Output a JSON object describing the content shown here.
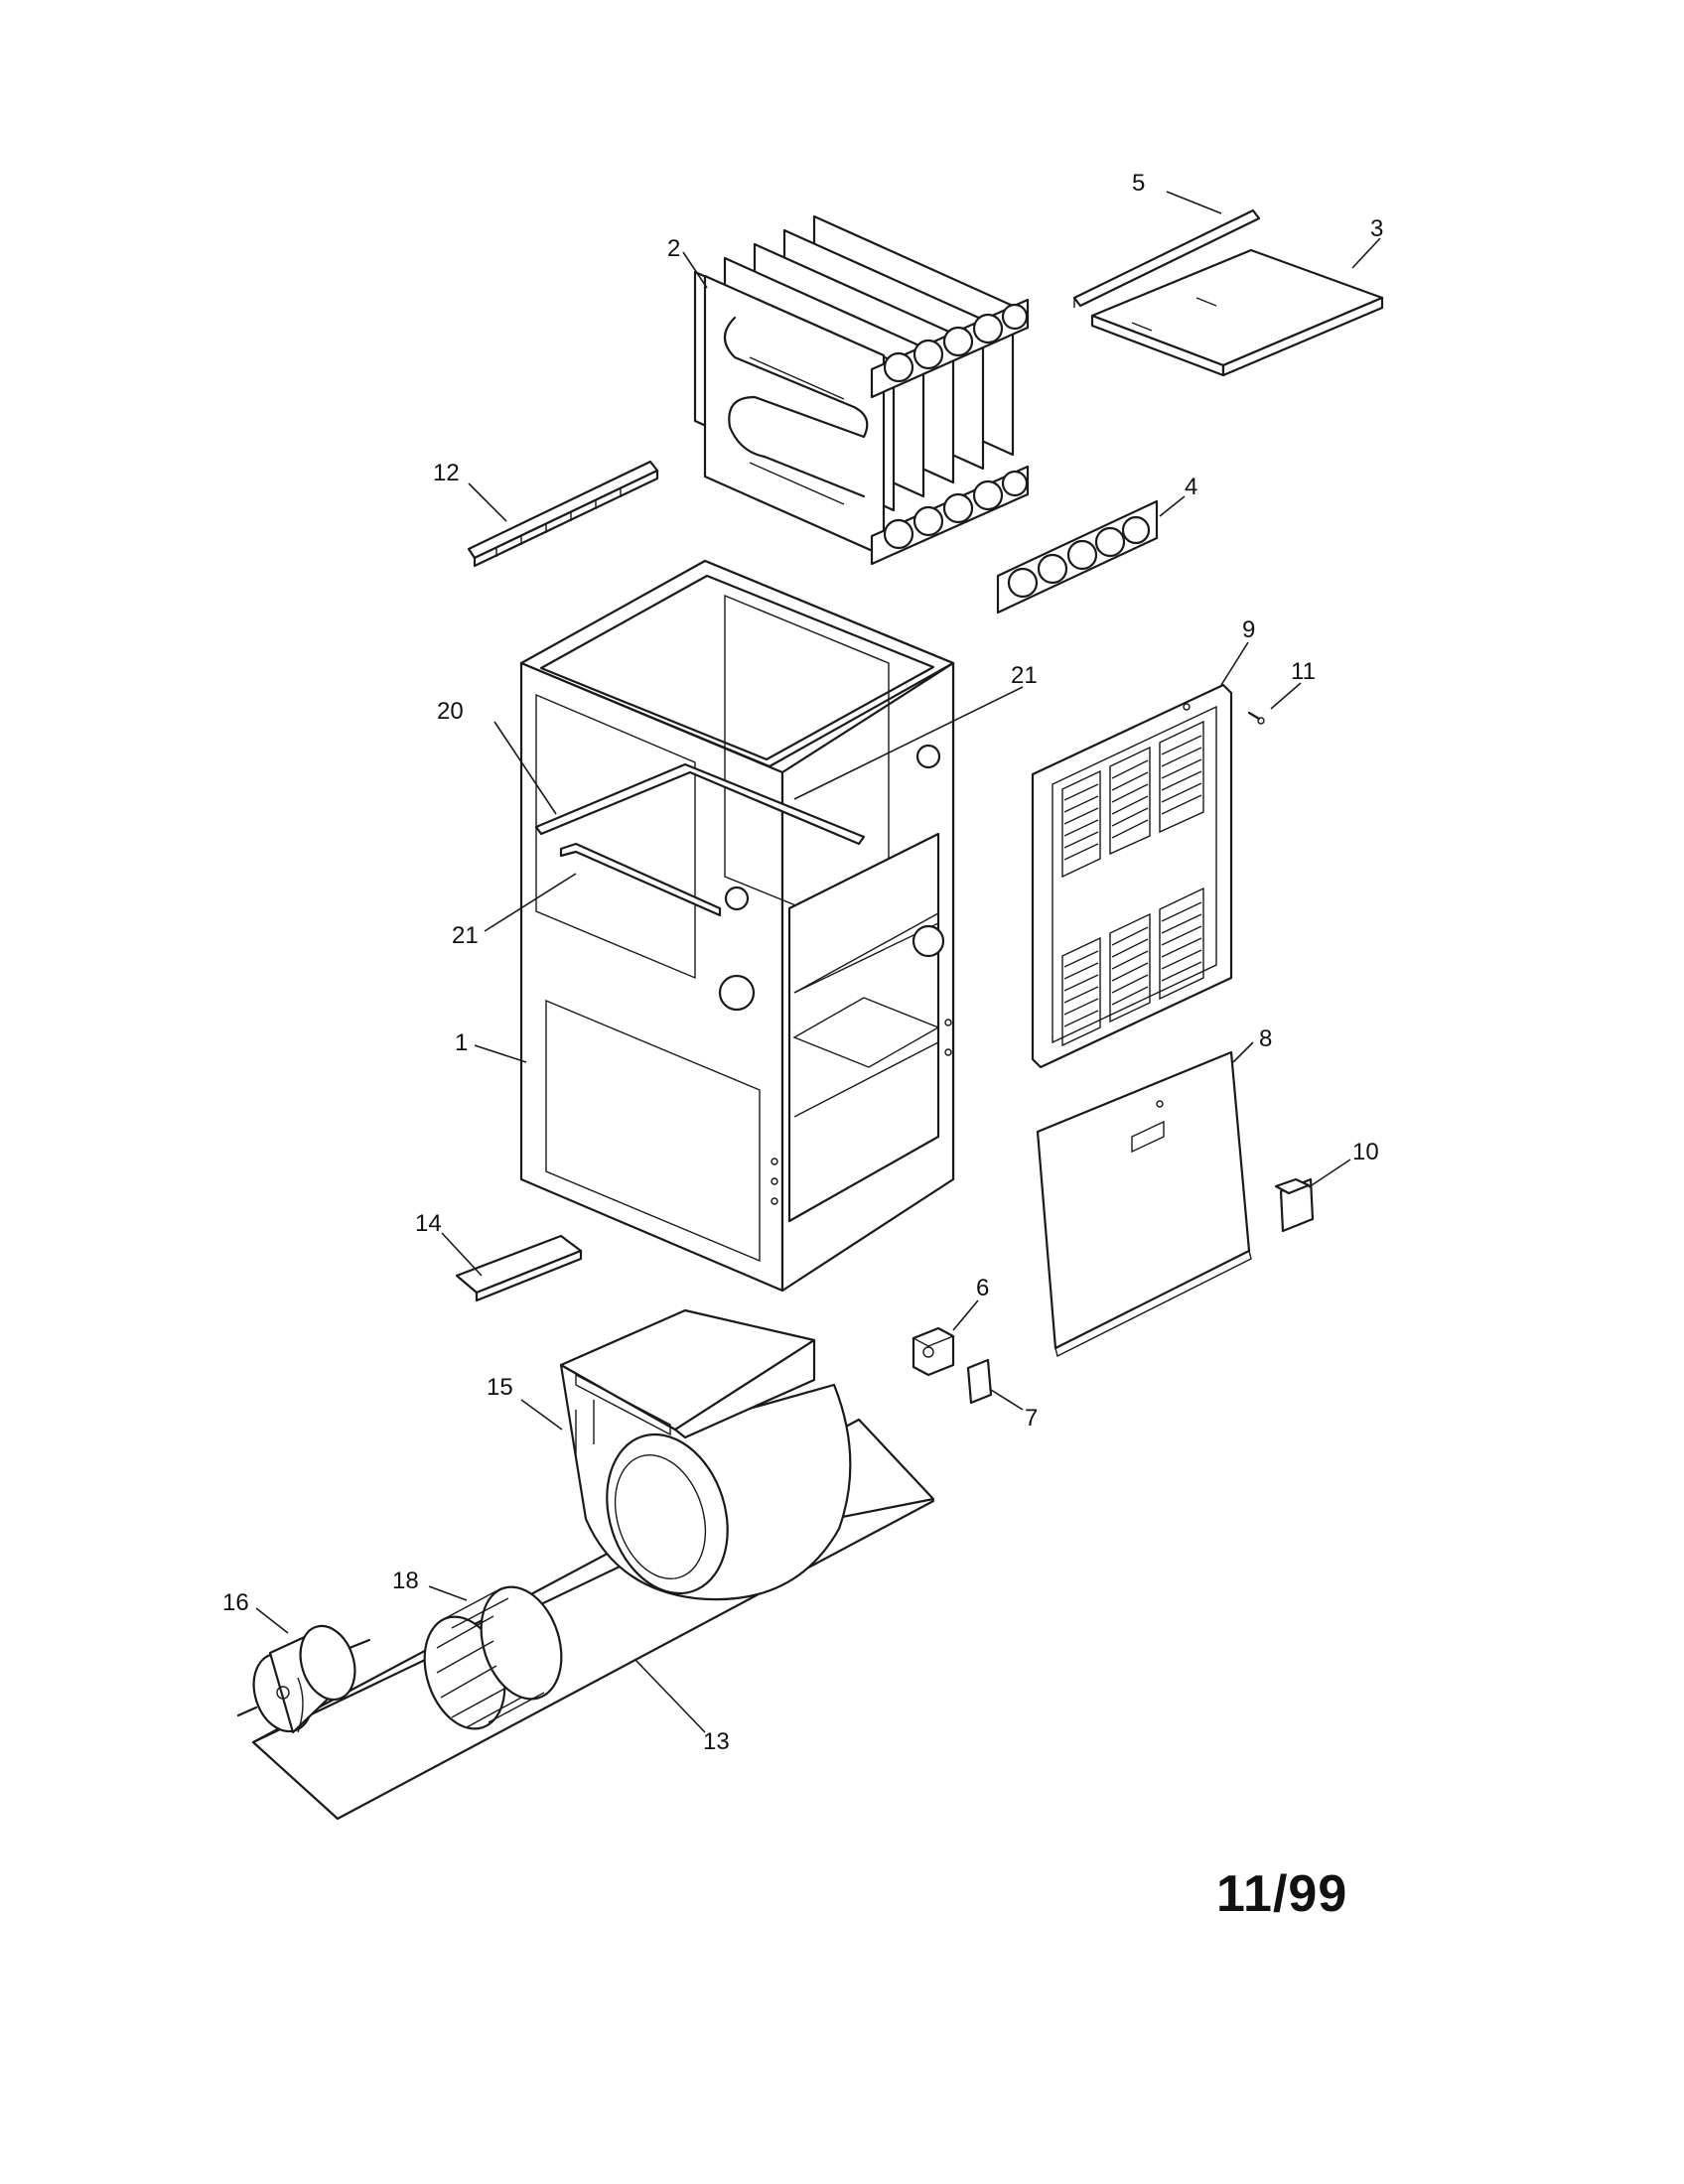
{
  "diagram": {
    "callouts": [
      {
        "id": "c1",
        "label": "1"
      },
      {
        "id": "c2",
        "label": "2"
      },
      {
        "id": "c3",
        "label": "3"
      },
      {
        "id": "c4",
        "label": "4"
      },
      {
        "id": "c5",
        "label": "5"
      },
      {
        "id": "c6",
        "label": "6"
      },
      {
        "id": "c7",
        "label": "7"
      },
      {
        "id": "c8",
        "label": "8"
      },
      {
        "id": "c9",
        "label": "9"
      },
      {
        "id": "c10",
        "label": "10"
      },
      {
        "id": "c11",
        "label": "11"
      },
      {
        "id": "c12",
        "label": "12"
      },
      {
        "id": "c13",
        "label": "13"
      },
      {
        "id": "c14",
        "label": "14"
      },
      {
        "id": "c15",
        "label": "15"
      },
      {
        "id": "c16",
        "label": "16"
      },
      {
        "id": "c18",
        "label": "18"
      },
      {
        "id": "c20",
        "label": "20"
      },
      {
        "id": "c21a",
        "label": "21"
      },
      {
        "id": "c21b",
        "label": "21"
      }
    ],
    "date_mark": "11/99"
  }
}
